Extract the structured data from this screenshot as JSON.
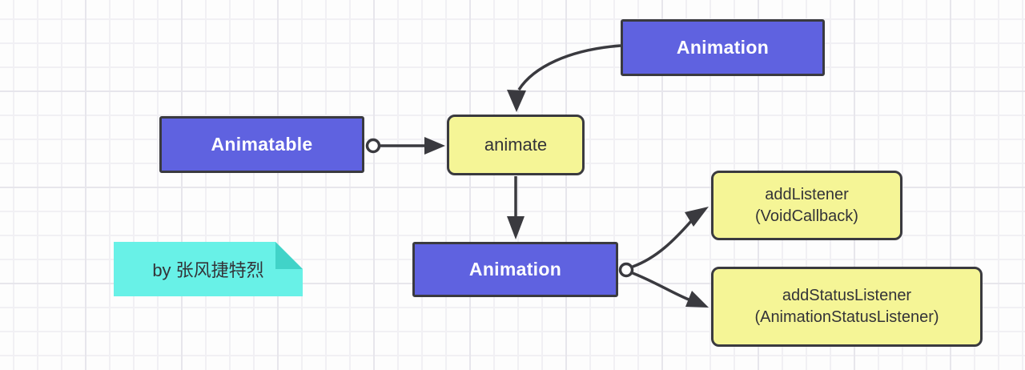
{
  "diagram": {
    "title_hint": "Flutter animation class relationship diagram",
    "nodes": [
      {
        "id": "animation-top",
        "type": "class",
        "label": "Animation"
      },
      {
        "id": "animatable",
        "type": "class",
        "label": "Animatable"
      },
      {
        "id": "animate",
        "type": "method",
        "label": "animate"
      },
      {
        "id": "animation-bottom",
        "type": "class",
        "label": "Animation"
      },
      {
        "id": "add-listener",
        "type": "method",
        "label": "addListener",
        "sublabel": "(VoidCallback)"
      },
      {
        "id": "add-status-listener",
        "type": "method",
        "label": "addStatusListener",
        "sublabel": "(AnimationStatusListener)"
      }
    ],
    "edges": [
      {
        "from": "animation-top",
        "to": "animate",
        "style": "curved-arrow"
      },
      {
        "from": "animatable",
        "to": "animate",
        "style": "circle-to-arrow"
      },
      {
        "from": "animate",
        "to": "animation-bottom",
        "style": "straight-arrow"
      },
      {
        "from": "animation-bottom",
        "to": "add-listener",
        "style": "circle-branch-arrow"
      },
      {
        "from": "animation-bottom",
        "to": "add-status-listener",
        "style": "circle-branch-arrow"
      }
    ],
    "note": {
      "text": "by 张风捷特烈"
    }
  },
  "colors": {
    "node-purple": "#5f62e0",
    "node-yellow": "#f5f596",
    "edge": "#3a3a3f",
    "note-bg": "#68f1e7",
    "note-fold": "#41d3c8",
    "text-white": "#ffffff",
    "text-dark": "#333338",
    "grid-minor": "#f1f0f4",
    "grid-major": "#e7e6ec"
  }
}
